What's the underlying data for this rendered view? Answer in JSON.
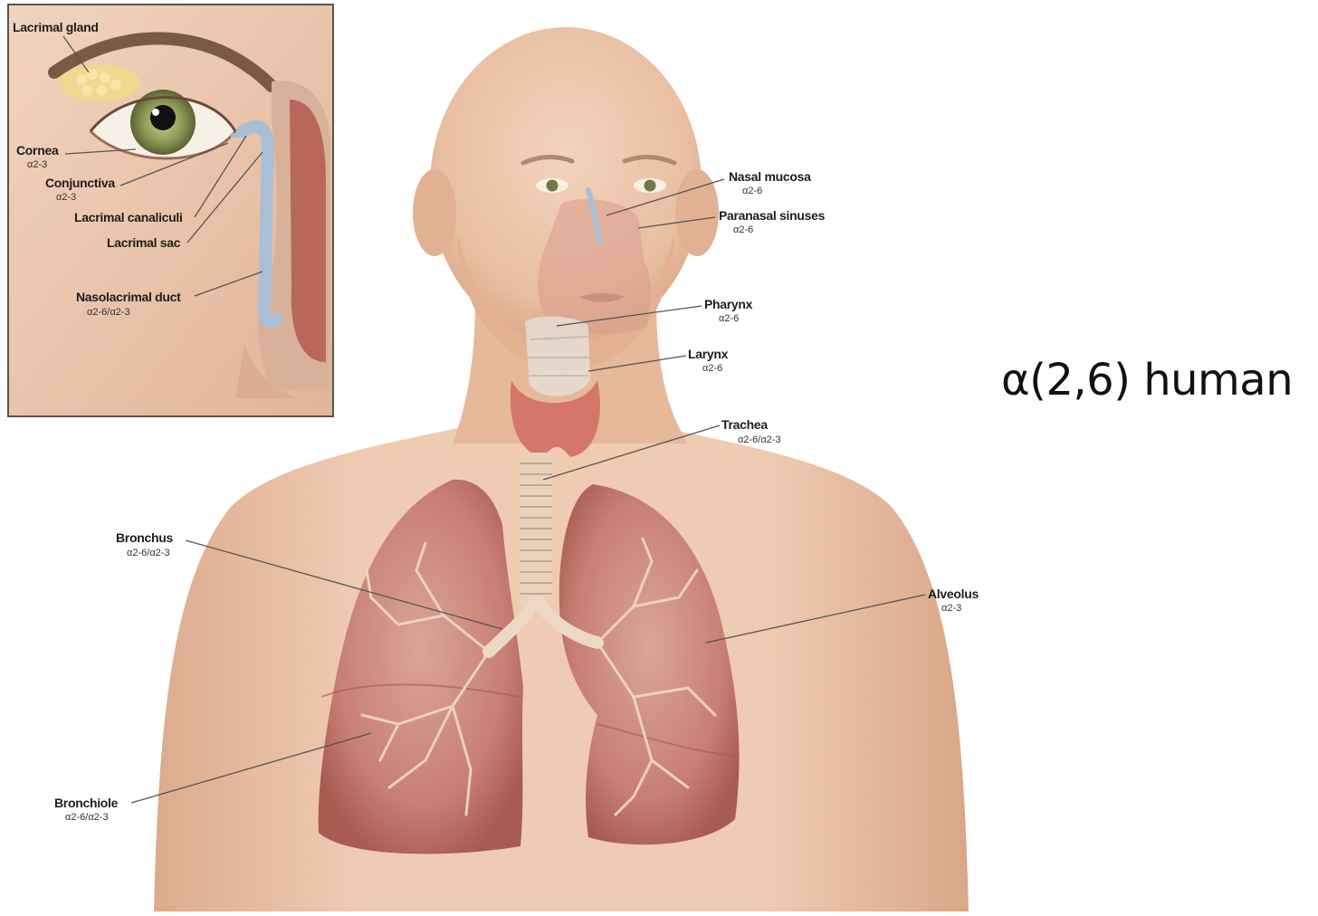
{
  "side_title": "α(2,6) human",
  "inset_labels": [
    {
      "id": "lacrimal-gland",
      "name": "Lacrimal gland",
      "sub": ""
    },
    {
      "id": "cornea",
      "name": "Cornea",
      "sub": "α2-3"
    },
    {
      "id": "conjunctiva",
      "name": "Conjunctiva",
      "sub": "α2-3"
    },
    {
      "id": "lacrimal-canaliculi",
      "name": "Lacrimal canaliculi",
      "sub": ""
    },
    {
      "id": "lacrimal-sac",
      "name": "Lacrimal sac",
      "sub": ""
    },
    {
      "id": "nasolacrimal-duct",
      "name": "Nasolacrimal duct",
      "sub": "α2-6/α2-3"
    }
  ],
  "body_labels": [
    {
      "id": "nasal-mucosa",
      "name": "Nasal mucosa",
      "sub": "α2-6"
    },
    {
      "id": "paranasal-sinuses",
      "name": "Paranasal sinuses",
      "sub": "α2-6"
    },
    {
      "id": "pharynx",
      "name": "Pharynx",
      "sub": "α2-6"
    },
    {
      "id": "larynx",
      "name": "Larynx",
      "sub": "α2-6"
    },
    {
      "id": "trachea",
      "name": "Trachea",
      "sub": "α2-6/α2-3"
    },
    {
      "id": "bronchus",
      "name": "Bronchus",
      "sub": "α2-6/α2-3"
    },
    {
      "id": "alveolus",
      "name": "Alveolus",
      "sub": "α2-3"
    },
    {
      "id": "bronchiole",
      "name": "Bronchiole",
      "sub": "α2-6/α2-3"
    }
  ],
  "colors": {
    "skin": "#eec8ad",
    "skin_shadow": "#d9a98b",
    "lung": "#c97b6c",
    "lung_dark": "#a85a4f",
    "thyroid": "#d9766a",
    "airway": "#e9d3bd",
    "duct": "#a9bfd6",
    "iris": "#8f9a56",
    "leader": "#555555"
  }
}
